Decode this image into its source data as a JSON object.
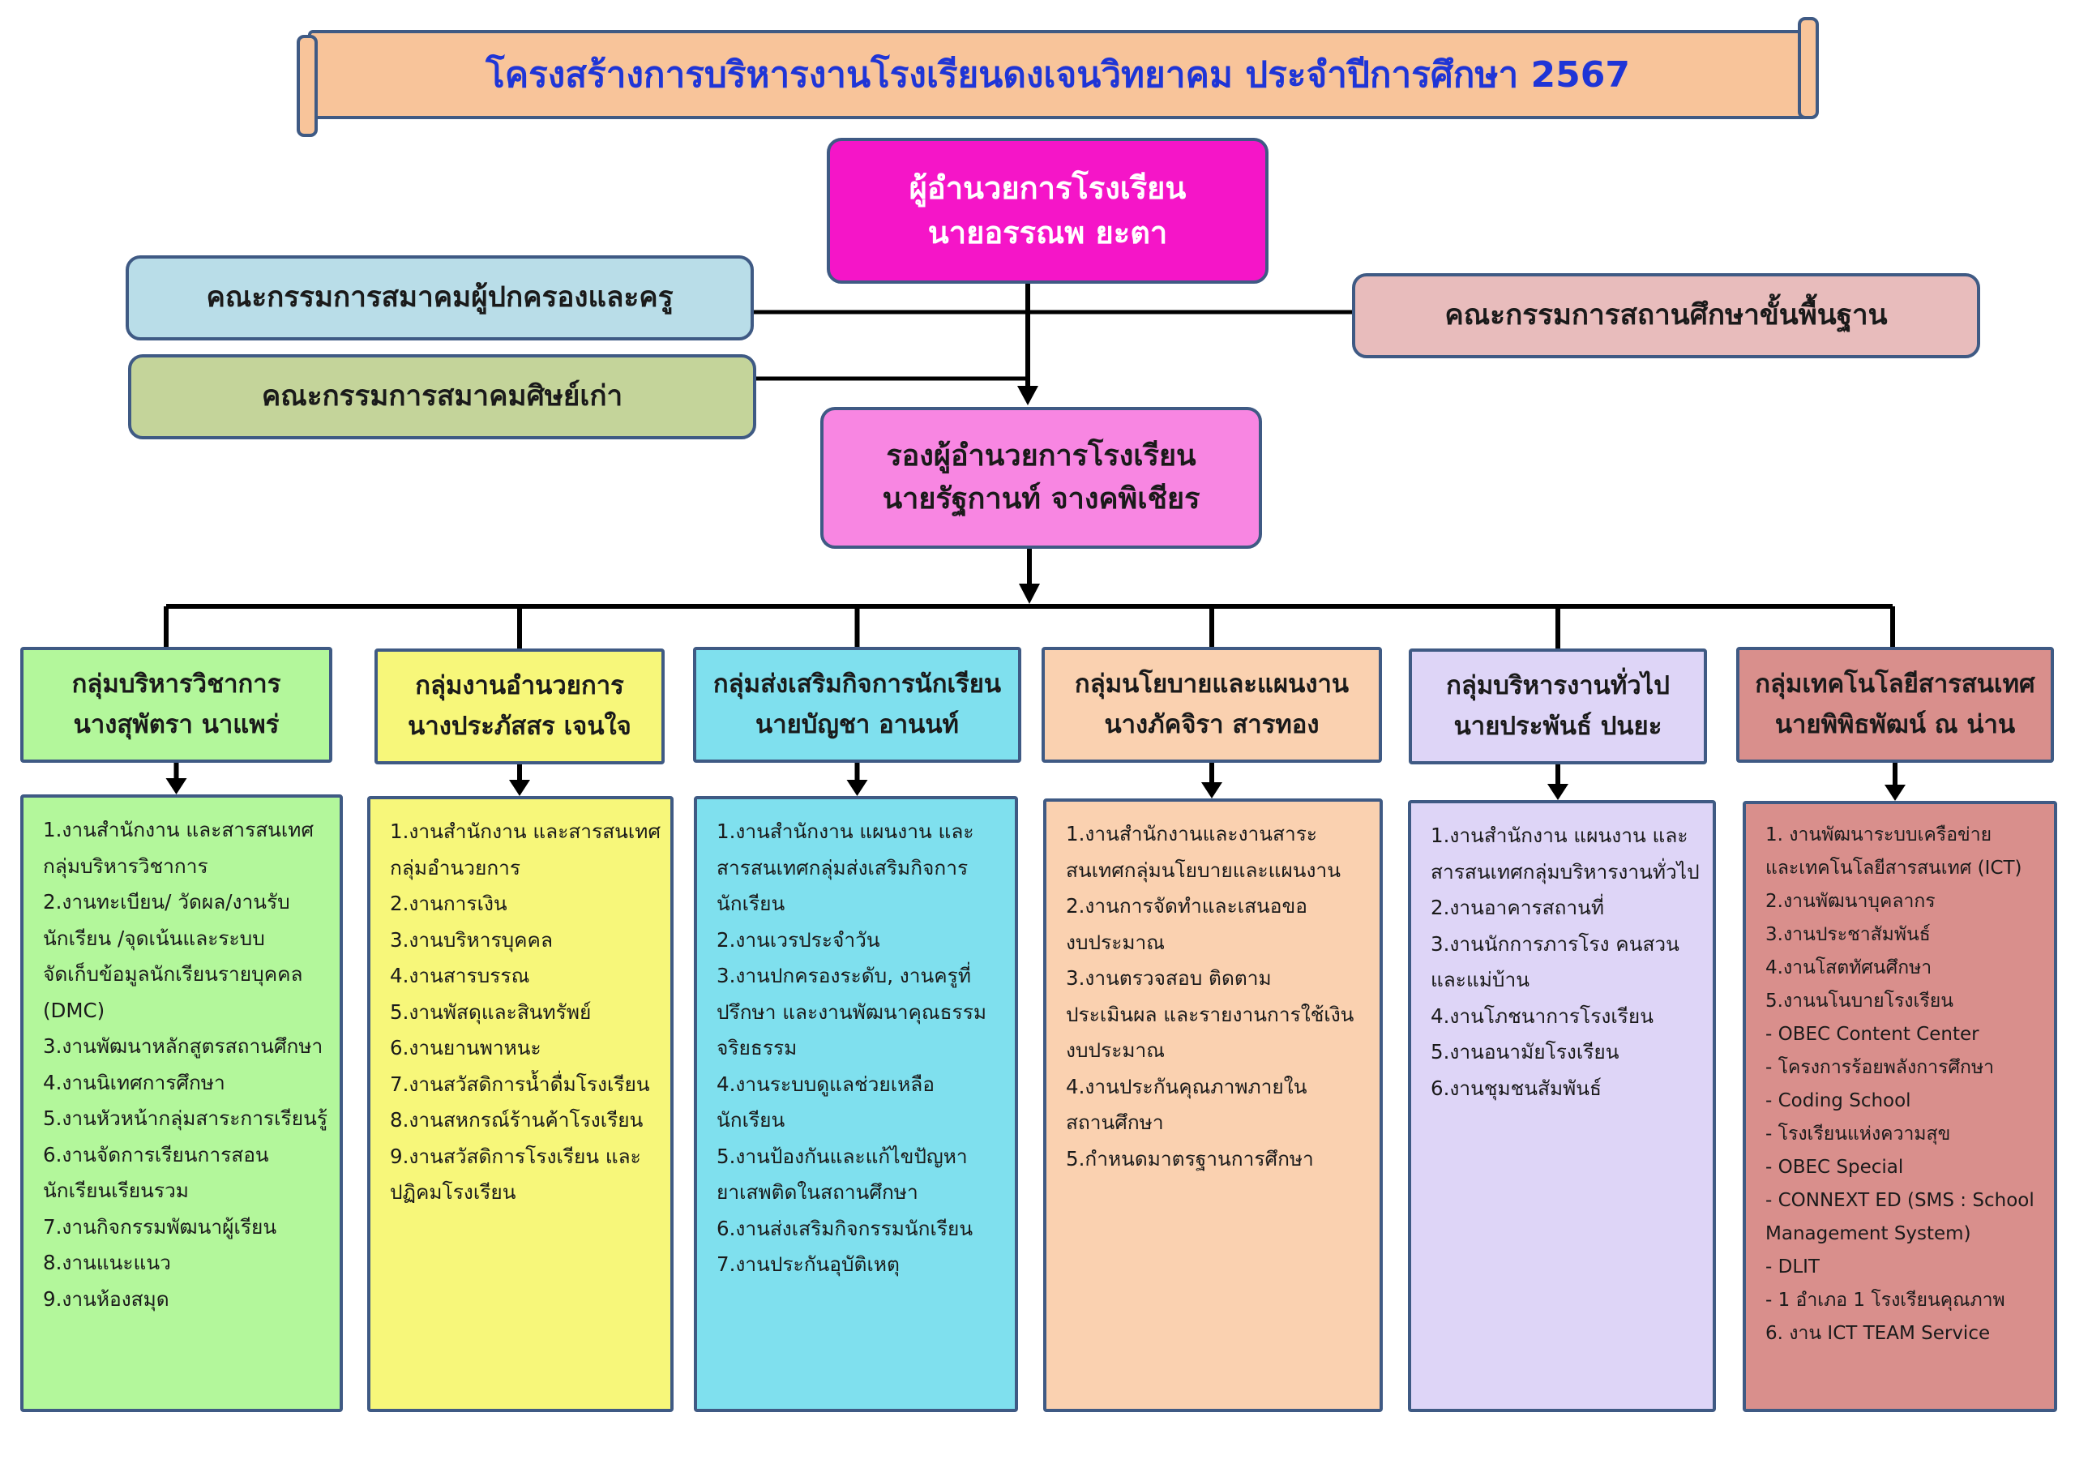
{
  "title": "โครงสร้างการบริหารงานโรงเรียนดงเจนวิทยาคม ประจำปีการศึกษา 2567",
  "director": {
    "line1": "ผู้อำนวยการโรงเรียน",
    "line2": "นายอรรณพ  ยะตา"
  },
  "deputy": {
    "line1": "รองผู้อำนวยการโรงเรียน",
    "line2": "นายรัฐกานท์ จางคพิเชียร"
  },
  "committees": {
    "parent": "คณะกรรมการสมาคมผู้ปกครองและครู",
    "alumni": "คณะกรรมการสมาคมศิษย์เก่า",
    "board": "คณะกรรมการสถานศึกษาขั้นพื้นฐาน"
  },
  "colors": {
    "title_text": "#1f35d6",
    "border": "#3f5a84",
    "director_fill": "#f515c8",
    "deputy_fill": "#f886e2"
  },
  "groups": [
    {
      "title": "กลุ่มบริหารวิชาการ",
      "head": "นางสุพัตรา นาแพร่",
      "color": "#b3f79b",
      "items": [
        "1.งานสำนักงาน และสารสนเทศ\nกลุ่มบริหารวิชาการ",
        "2.งานทะเบียน/ วัดผล/งานรับ\nนักเรียน /จุดเน้นและระบบ\nจัดเก็บข้อมูลนักเรียนรายบุคคล\n(DMC)",
        "3.งานพัฒนาหลักสูตรสถานศึกษา",
        "4.งานนิเทศการศึกษา",
        "5.งานหัวหน้ากลุ่มสาระการเรียนรู้",
        "6.งานจัดการเรียนการสอน\nนักเรียนเรียนรวม",
        "7.งานกิจกรรมพัฒนาผู้เรียน",
        "8.งานแนะแนว",
        "9.งานห้องสมุด"
      ]
    },
    {
      "title": "กลุ่มงานอำนวยการ",
      "head": "นางประภัสสร เจนใจ",
      "color": "#f7f77a",
      "items": [
        "1.งานสำนักงาน และสารสนเทศ\nกลุ่มอำนวยการ",
        "2.งานการเงิน",
        "3.งานบริหารบุคคล",
        "4.งานสารบรรณ",
        "5.งานพัสดุและสินทรัพย์",
        "6.งานยานพาหนะ",
        "7.งานสวัสดิการน้ำดื่มโรงเรียน",
        "8.งานสหกรณ์ร้านค้าโรงเรียน",
        "9.งานสวัสดิการโรงเรียน และ\nปฏิคมโรงเรียน"
      ]
    },
    {
      "title": "กลุ่มส่งเสริมกิจการนักเรียน",
      "head": "นายบัญชา  อานนท์",
      "color": "#7fe0ee",
      "items": [
        "1.งานสำนักงาน แผนงาน และ\nสารสนเทศกลุ่มส่งเสริมกิจการ\nนักเรียน",
        "2.งานเวรประจำวัน",
        "3.งานปกครองระดับ, งานครูที่\nปรึกษา และงานพัฒนาคุณธรรม\nจริยธรรม",
        "4.งานระบบดูแลช่วยเหลือ\nนักเรียน",
        "5.งานป้องกันและแก้ไขปัญหา\nยาเสพติดในสถานศึกษา",
        "6.งานส่งเสริมกิจกรรมนักเรียน",
        "7.งานประกันอุบัติเหตุ"
      ]
    },
    {
      "title": "กลุ่มนโยบายและแผนงาน",
      "head": "นางภัคจิรา สารทอง",
      "color": "#fad1b0",
      "items": [
        "1.งานสำนักงานและงานสาระ\nสนเทศกลุ่มนโยบายและแผนงาน",
        "2.งานการจัดทำและเสนอขอ\nงบประมาณ",
        "3.งานตรวจสอบ ติดตาม\nประเมินผล และรายงานการใช้เงิน\nงบประมาณ",
        "4.งานประกันคุณภาพภายใน\nสถานศึกษา",
        "5.กำหนดมาตรฐานการศึกษา"
      ]
    },
    {
      "title": "กลุ่มบริหารงานทั่วไป",
      "head": "นายประพันธ์ ปนยะ",
      "color": "#ded5f7",
      "items": [
        "1.งานสำนักงาน แผนงาน และ\nสารสนเทศกลุ่มบริหารงานทั่วไป",
        "2.งานอาคารสถานที่",
        "3.งานนักการภารโรง คนสวน\nและแม่บ้าน",
        "4.งานโภชนาการโรงเรียน",
        "5.งานอนามัยโรงเรียน",
        "6.งานชุมชนสัมพันธ์"
      ]
    },
    {
      "title": "กลุ่มเทคโนโลยีสารสนเทศ",
      "head": "นายพิพิธพัฒน์ ณ น่าน",
      "color": "#d98f8c",
      "items": [
        "1. งานพัฒนาระบบเครือข่าย\nและเทคโนโลยีสารสนเทศ (ICT)",
        "2.งานพัฒนาบุคลากร",
        "3.งานประชาสัมพันธ์",
        "4.งานโสตทัศนศึกษา",
        "5.งานนโนบายโรงเรียน",
        "- OBEC Content Center",
        "- โครงการร้อยพลังการศึกษา",
        "- Coding School",
        "- โรงเรียนแห่งความสุข",
        "- OBEC Special",
        "- CONNEXT ED (SMS : School\nManagement System)",
        "- DLIT",
        "- 1 อำเภอ 1 โรงเรียนคุณภาพ",
        "6. งาน ICT TEAM Service"
      ]
    }
  ]
}
